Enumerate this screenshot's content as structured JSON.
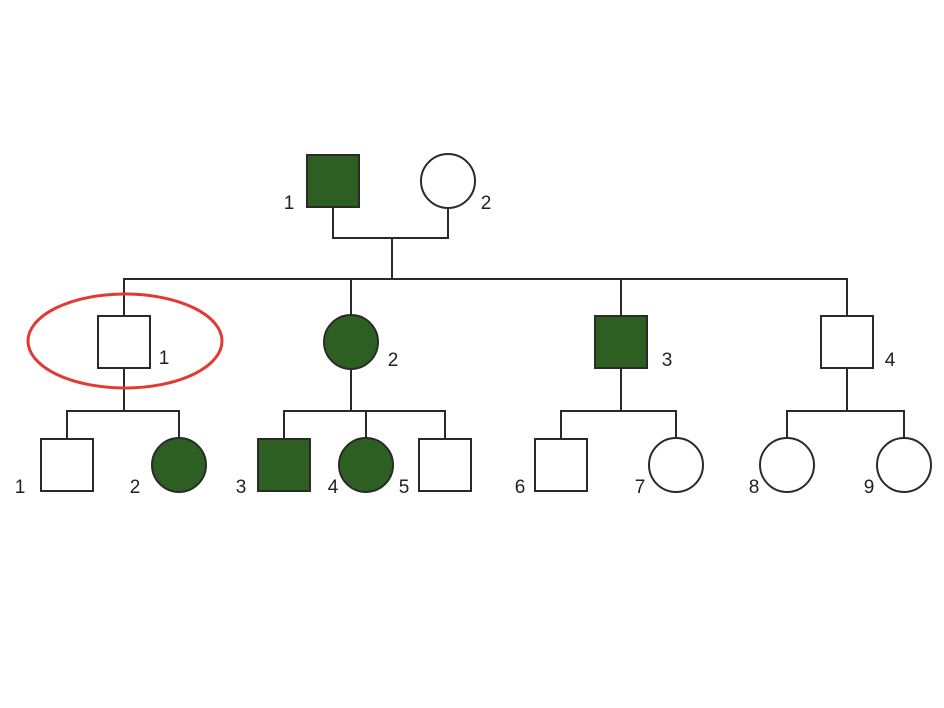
{
  "colors": {
    "affected": "#2e5f22",
    "unaffected": "#ffffff",
    "line": "#2a2a2a",
    "highlight": "#e03a32"
  },
  "generation1": [
    {
      "id": "I-1",
      "label": "1",
      "sex": "male",
      "affected": true
    },
    {
      "id": "I-2",
      "label": "2",
      "sex": "female",
      "affected": false
    }
  ],
  "generation2": [
    {
      "id": "II-1",
      "label": "1",
      "sex": "male",
      "affected": false,
      "highlighted": true
    },
    {
      "id": "II-2",
      "label": "2",
      "sex": "female",
      "affected": true
    },
    {
      "id": "II-3",
      "label": "3",
      "sex": "male",
      "affected": true
    },
    {
      "id": "II-4",
      "label": "4",
      "sex": "male",
      "affected": false
    }
  ],
  "generation3": [
    {
      "id": "III-1",
      "label": "1",
      "sex": "male",
      "affected": false,
      "parent": "II-1"
    },
    {
      "id": "III-2",
      "label": "2",
      "sex": "female",
      "affected": true,
      "parent": "II-1"
    },
    {
      "id": "III-3",
      "label": "3",
      "sex": "male",
      "affected": true,
      "parent": "II-2"
    },
    {
      "id": "III-4",
      "label": "4",
      "sex": "female",
      "affected": true,
      "parent": "II-2"
    },
    {
      "id": "III-5",
      "label": "5",
      "sex": "male",
      "affected": false,
      "parent": "II-2"
    },
    {
      "id": "III-6",
      "label": "6",
      "sex": "male",
      "affected": false,
      "parent": "II-3"
    },
    {
      "id": "III-7",
      "label": "7",
      "sex": "female",
      "affected": false,
      "parent": "II-3"
    },
    {
      "id": "III-8",
      "label": "8",
      "sex": "female",
      "affected": false,
      "parent": "II-4"
    },
    {
      "id": "III-9",
      "label": "9",
      "sex": "female",
      "affected": false,
      "parent": "II-4"
    }
  ]
}
